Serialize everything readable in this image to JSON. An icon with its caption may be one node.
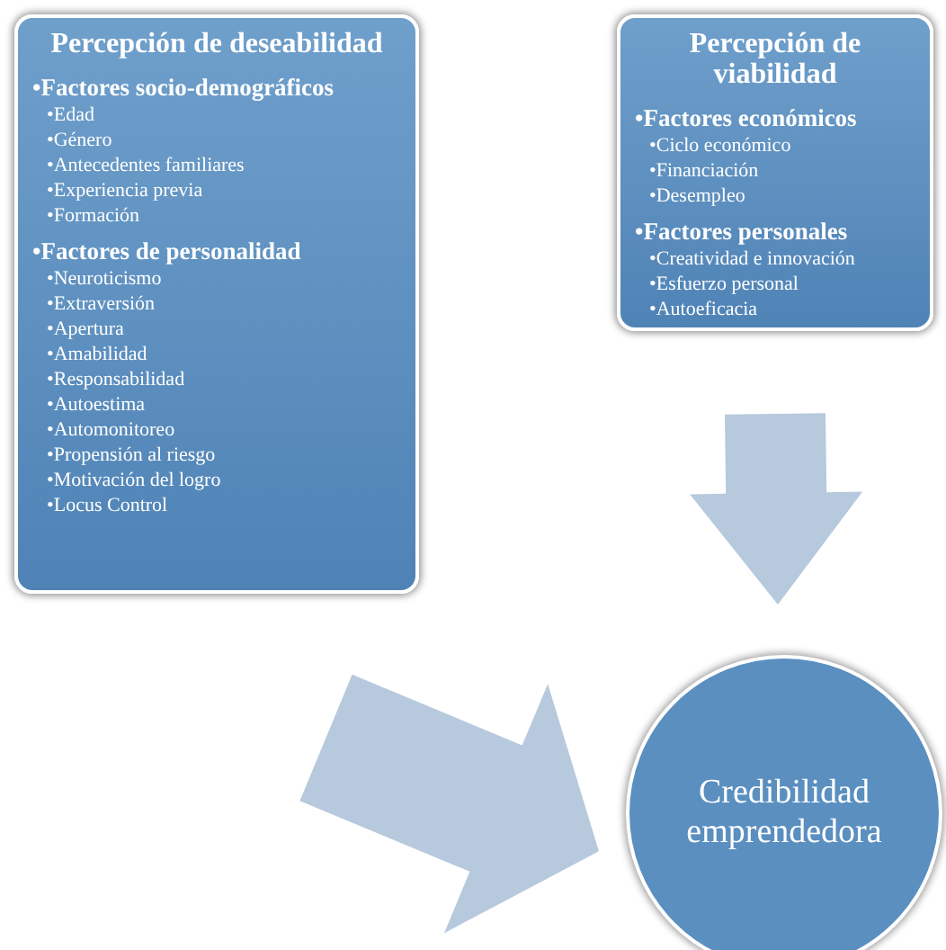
{
  "diagram": {
    "nodes": [
      {
        "text": [
          "Percepción de deseabilidad",
          "•Factores socio-demográficos",
          "•Edad",
          "•Género",
          "•Antecedentes familiares",
          "•Experiencia previa",
          "•Formación",
          "•Factores de personalidad",
          "•Neuroticismo",
          "•Extraversión",
          "•Apertura",
          "•Amabilidad",
          "•Responsabilidad",
          "•Autoestima",
          "•Automonitoreo",
          "•Propensión al riesgo",
          "•Motivación del logro",
          "•Locus Control"
        ]
      },
      {
        "text": [
          "Percepción de viabilidad",
          "•Factores económicos",
          "•Ciclo económico",
          "•Financiación",
          "•Desempleo",
          "•Factores personales",
          "•Creatividad e innovación",
          "•Esfuerzo personal",
          "•Autoeficacia"
        ]
      },
      {
        "text": [
          "Credibilidad emprendedora"
        ]
      }
    ],
    "edges": [
      {
        "from": 0,
        "to": 2,
        "arrow": "to"
      },
      {
        "from": 1,
        "to": 2,
        "arrow": "to"
      }
    ]
  }
}
